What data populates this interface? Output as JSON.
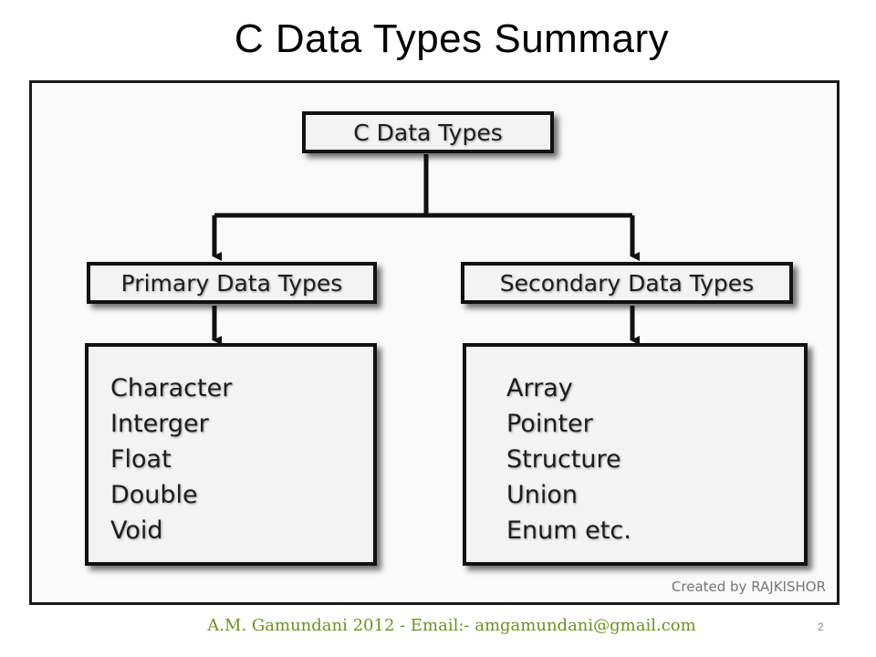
{
  "slide": {
    "title": "C Data Types Summary",
    "footer": "A.M. Gamundani 2012  - Email:- amgamundani@gmail.com",
    "page_number": "2"
  },
  "diagram": {
    "root_label": "C Data Types",
    "primary": {
      "label": "Primary Data Types",
      "items": [
        "Character",
        "Interger",
        "Float",
        "Double",
        "Void"
      ]
    },
    "secondary": {
      "label": "Secondary Data Types",
      "items": [
        "Array",
        "Pointer",
        "Structure",
        "Union",
        "Enum etc."
      ]
    },
    "credit": "Created by RAJKISHOR"
  },
  "colors": {
    "footer_text": "#6f8f1f",
    "box_border": "#111111",
    "box_fill": "#f3f3f3"
  }
}
